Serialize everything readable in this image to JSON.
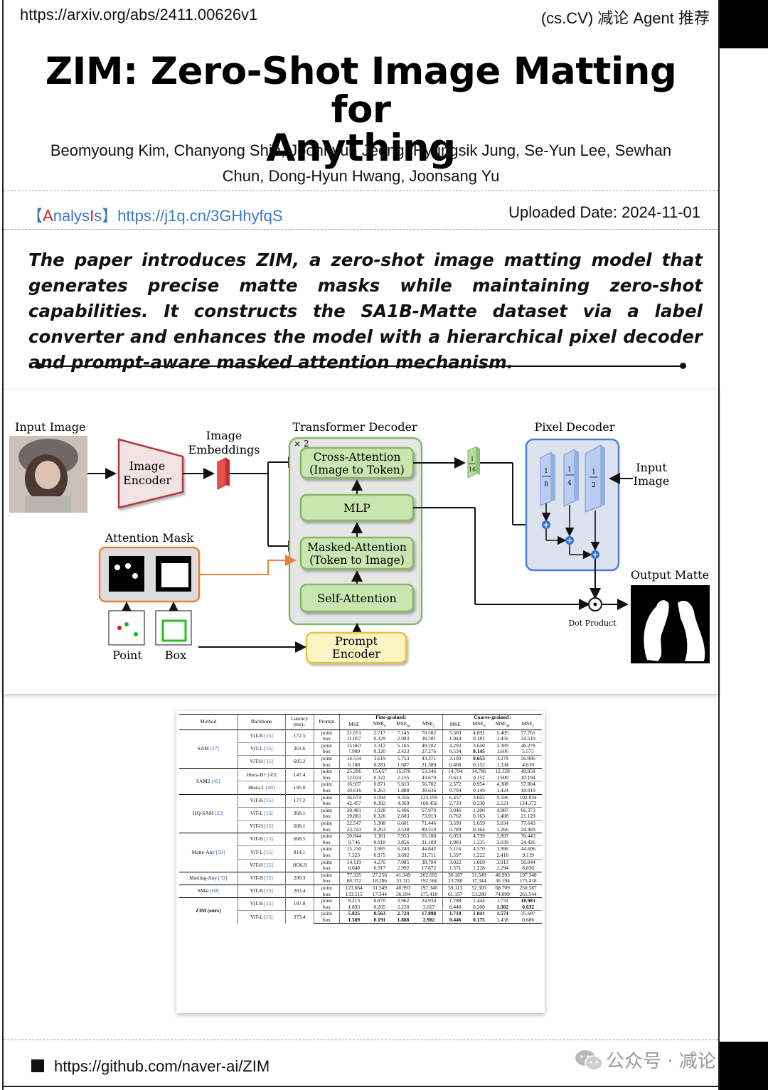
{
  "header": {
    "url": "https://arxiv.org/abs/2411.00626v1",
    "category": "(cs.CV) 减论 Agent 推荐"
  },
  "paper": {
    "title_line1": "ZIM: Zero-Shot Image Matting for",
    "title_line2": "Anything",
    "authors_line1": "Beomyoung Kim, Chanyong Shin, Joonhyun Jeong, Hyungsik Jung, Se-Yun Lee, Sewhan",
    "authors_line2": "Chun, Dong-Hyun Hwang, Joonsang Yu",
    "analysis_bracket_open": "【",
    "analysis_A": "A",
    "analysis_mid": "nalys",
    "analysis_I": "I",
    "analysis_s": "s",
    "analysis_bracket_close": "】",
    "analysis_link": "https://j1q.cn/3GHhyfqS",
    "upload_date": "Uploaded Date: 2024-11-01",
    "abstract": "The paper introduces ZIM, a zero-shot image matting model that generates precise matte masks while maintaining zero-shot capabilities. It constructs the SA1B-Matte dataset via a label converter and enhances the model with a hierarchical pixel decoder and prompt-aware masked attention mechanism."
  },
  "figure": {
    "input_image": "Input Image",
    "image_encoder_1": "Image",
    "image_encoder_2": "Encoder",
    "image_embeddings_1": "Image",
    "image_embeddings_2": "Embeddings",
    "transformer_decoder": "Transformer Decoder",
    "times2": "× 2",
    "cross_attn_1": "Cross-Attention",
    "cross_attn_2": "(Image to Token)",
    "mlp": "MLP",
    "masked_attn_1": "Masked-Attention",
    "masked_attn_2": "(Token to Image)",
    "self_attn": "Self-Attention",
    "prompt_encoder_1": "Prompt",
    "prompt_encoder_2": "Encoder",
    "attention_mask": "Attention Mask",
    "point": "Point",
    "box": "Box",
    "pixel_decoder": "Pixel Decoder",
    "input_image_r1": "Input",
    "input_image_r2": "Image",
    "output_matte": "Output Matte",
    "dot_product": "Dot Product",
    "frac_1": "1",
    "frac_16": "16",
    "frac_8": "8",
    "frac_4": "4",
    "frac_2": "2",
    "colors": {
      "green_block": "#c9e6b0",
      "green_border": "#86b86b",
      "encoder_fill": "#f1e3e3",
      "encoder_border": "#b23a3a",
      "prompt_fill": "#fdf4c3",
      "prompt_border": "#e8c33a",
      "pixel_fill": "#dde3ee",
      "pixel_border": "#4a7fd1",
      "mask_border": "#e8823a"
    }
  },
  "table": {
    "head": {
      "method": "Method",
      "backbone": "Backbone",
      "latency_1": "Latency",
      "latency_2": "(ms)↓",
      "prompt": "Prompt",
      "fine": "Fine-grained↓",
      "coarse": "Coarse-grained↓",
      "cols": [
        "MSE",
        "MSE",
        "MSE",
        "MSE",
        "MSE",
        "MSE",
        "MSE",
        "MSE"
      ],
      "subs": [
        "",
        "S",
        "M",
        "L",
        "",
        "S",
        "M",
        "L"
      ]
    },
    "groups": [
      {
        "method": "SAM",
        "cite": "[27]",
        "rows": [
          {
            "backbone": "ViT-B",
            "cite": "[15]",
            "latency": "172.5",
            "point": [
              "21.651",
              "2.717",
              "7.145",
              "70.502",
              "5.569",
              "4.092",
              "5.405",
              "77.761"
            ],
            "box": [
              "11.057",
              "0.329",
              "2.983",
              "38.501",
              "1.044",
              "0.181",
              "2.456",
              "24.519"
            ]
          },
          {
            "backbone": "ViT-L",
            "cite": "[15]",
            "latency": "361.6",
            "point": [
              "15.663",
              "3.312",
              "5.165",
              "49.202",
              "4.293",
              "3.640",
              "3.389",
              "46.278"
            ],
            "box": [
              "7.989",
              "0.320",
              "2.423",
              "27.276",
              "0.534",
              "0.145",
              "1.606",
              "5.575"
            ]
          },
          {
            "backbone": "ViT-H",
            "cite": "[15]",
            "latency": "605.2",
            "point": [
              "14.534",
              "3.619",
              "5.753",
              "43.371",
              "2.100",
              "0.653",
              "3.278",
              "56.086"
            ],
            "box": [
              "6.188",
              "0.281",
              "1.687",
              "21.389",
              "0.468",
              "0.152",
              "1.334",
              "4.610"
            ]
          }
        ]
      },
      {
        "method": "SAM2",
        "cite": "[45]",
        "rows": [
          {
            "backbone": "Hiera-B+",
            "cite": "[49]",
            "latency": "147.4",
            "point": [
              "25.296",
              "15.657",
              "15.970",
              "53.346",
              "14.794",
              "14.786",
              "12.128",
              "49.058"
            ],
            "box": [
              "12.024",
              "0.322",
              "2.155",
              "43.670",
              "0.613",
              "0.152",
              "1.600",
              "10.194"
            ]
          },
          {
            "backbone": "Hiera-L",
            "cite": "[49]",
            "latency": "195.0",
            "point": [
              "16.937",
              "0.871",
              "5.613",
              "56.702",
              "2.572",
              "0.954",
              "4.308",
              "57.804"
            ],
            "box": [
              "10.616",
              "0.263",
              "1.888",
              "38.636",
              "0.704",
              "0.149",
              "1.424",
              "18.019"
            ]
          }
        ]
      },
      {
        "method": "HQ-SAM",
        "cite": "[23]",
        "rows": [
          {
            "backbone": "ViT-B",
            "cite": "[15]",
            "latency": "177.2",
            "point": [
              "36.674",
              "5.094",
              "9.356",
              "123.199",
              "6.457",
              "3.602",
              "9.596",
              "102.834"
            ],
            "box": [
              "42.457",
              "0.392",
              "4.369",
              "160.456",
              "2.733",
              "0.230",
              "2.521",
              "124.372"
            ]
          },
          {
            "backbone": "ViT-L",
            "cite": "[15]",
            "latency": "368.1",
            "point": [
              "20.481",
              "1.928",
              "6.496",
              "67.979",
              "3.046",
              "1.200",
              "4.987",
              "66.373"
            ],
            "box": [
              "19.881",
              "0.326",
              "2.683",
              "73.913",
              "0.762",
              "0.163",
              "1.408",
              "21.129"
            ]
          },
          {
            "backbone": "ViT-H",
            "cite": "[15]",
            "latency": "608.1",
            "point": [
              "22.547",
              "5.308",
              "6.601",
              "71.446",
              "3.599",
              "1.659",
              "5.034",
              "77.643"
            ],
            "box": [
              "23.743",
              "0.263",
              "2.538",
              "89.518",
              "0.789",
              "0.164",
              "1.266",
              "24.469"
            ]
          }
        ]
      },
      {
        "method": "Matte-Any",
        "cite": "[59]",
        "rows": [
          {
            "backbone": "ViT-B",
            "cite": "[15]",
            "latency": "668.5",
            "point": [
              "20.844",
              "3.381",
              "7.953",
              "65.108",
              "6.053",
              "4.739",
              "5.897",
              "70.443"
            ],
            "box": [
              "9.746",
              "0.918",
              "3.856",
              "31.109",
              "1.983",
              "1.235",
              "3.039",
              "24.426"
            ]
          },
          {
            "backbone": "ViT-L",
            "cite": "[15]",
            "latency": "814.1",
            "point": [
              "15.230",
              "3.985",
              "6.243",
              "44.842",
              "5.116",
              "4.570",
              "3.996",
              "44.606"
            ],
            "box": [
              "7.323",
              "0.975",
              "3.692",
              "21.711",
              "1.597",
              "1.222",
              "2.418",
              "9.119"
            ]
          },
          {
            "backbone": "ViT-H",
            "cite": "[15]",
            "latency": "1036.9",
            "point": [
              "14.119",
              "4.270",
              "7.085",
              "38.704",
              "3.022",
              "1.669",
              "3.913",
              "56.044"
            ],
            "box": [
              "6.048",
              "0.917",
              "2.992",
              "17.872",
              "1.571",
              "1.228",
              "2.294",
              "8.836"
            ]
          }
        ]
      },
      {
        "method": "Matting-Any",
        "cite": "[33]",
        "rows": [
          {
            "backbone": "ViT-B",
            "cite": "[15]",
            "latency": "200.3",
            "point": [
              "77.335",
              "27.256",
              "41.349",
              "202.692",
              "36.187",
              "31.549",
              "40.993",
              "197.340"
            ],
            "box": [
              "68.372",
              "18.286",
              "33.111",
              "192.566",
              "23.780",
              "17.344",
              "36.194",
              "175.418"
            ]
          }
        ]
      },
      {
        "method": "SMat",
        "cite": "[60]",
        "rows": [
          {
            "backbone": "ViT-B",
            "cite": "[15]",
            "latency": "263.4",
            "point": [
              "123.664",
              "31.549",
              "40.993",
              "197.340",
              "59.113",
              "52.305",
              "68.709",
              "250.587"
            ],
            "box": [
              "133.515",
              "17.344",
              "36.194",
              "175.418",
              "61.157",
              "53.280",
              "74.099",
              "261.544"
            ]
          }
        ]
      },
      {
        "method": "ZIM (ours)",
        "cite": "",
        "rows": [
          {
            "backbone": "ViT-B",
            "cite": "[15]",
            "latency": "187.8",
            "point": [
              "8.213",
              "0.870",
              "3.962",
              "24.934",
              "1.788",
              "1.444",
              "1.731",
              "18.983"
            ],
            "box": [
              "1.893",
              "0.205",
              "2.228",
              "3.617",
              "0.448",
              "0.200",
              "1.382",
              "0.632"
            ]
          },
          {
            "backbone": "ViT-L",
            "cite": "[15]",
            "latency": "373.4",
            "point": [
              "5.825",
              "0.563",
              "2.724",
              "17.898",
              "1.719",
              "1.041",
              "1.574",
              "35.687"
            ],
            "box": [
              "1.589",
              "0.191",
              "1.888",
              "2.982",
              "0.446",
              "0.175",
              "1.458",
              "0.686"
            ]
          }
        ]
      }
    ]
  },
  "footer": {
    "github": "https://github.com/naver-ai/ZIM",
    "wechat": "公众号 · 减论"
  }
}
